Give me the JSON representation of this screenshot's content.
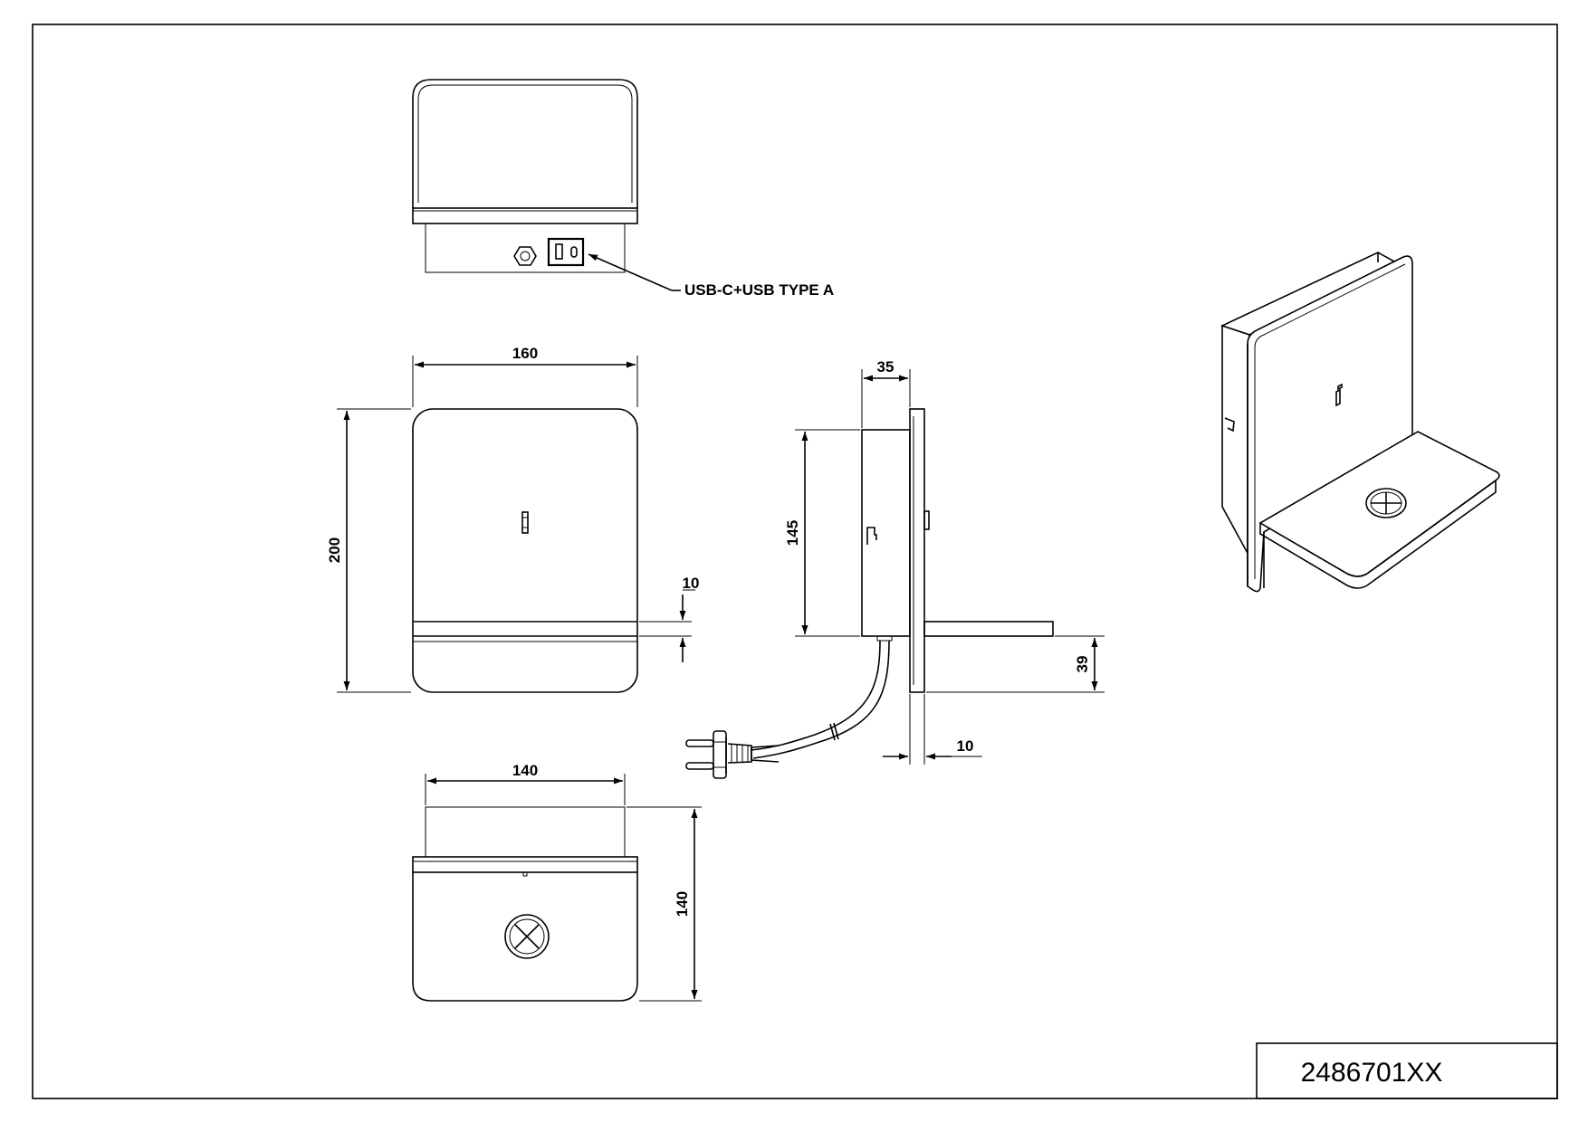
{
  "callout": {
    "usb_label": "USB-C+USB TYPE A"
  },
  "dimensions": {
    "front_width": "160",
    "front_height": "200",
    "shelf_thickness": "10",
    "side_depth": "35",
    "side_height": "145",
    "plate_thickness": "10",
    "shelf_offset": "39",
    "bottom_width": "140",
    "bottom_depth": "140"
  },
  "title_block": {
    "code": "2486701XX"
  }
}
